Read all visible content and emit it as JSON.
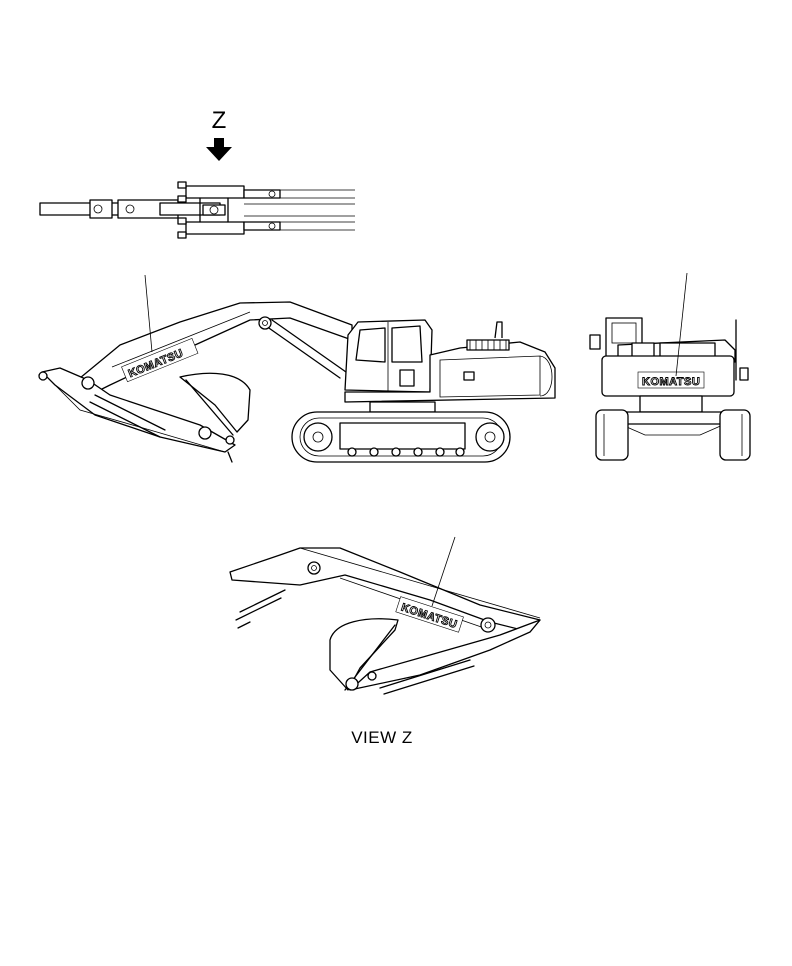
{
  "views": {
    "view_arrow_letter": "Z",
    "view_caption": "VIEW Z"
  },
  "decals": {
    "brand_text": "KOMATSU"
  },
  "colors": {
    "line": "#000000",
    "background": "#ffffff"
  },
  "icons": {
    "view_arrow": "down-arrow-icon"
  }
}
